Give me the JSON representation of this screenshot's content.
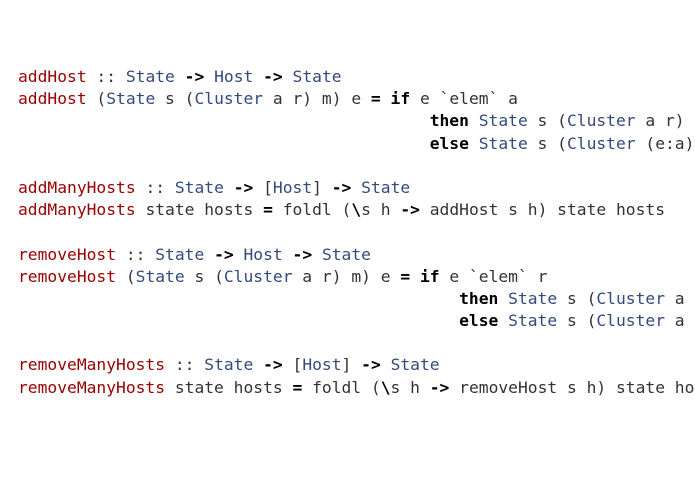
{
  "colors": {
    "function_name": "#990000",
    "type_name": "#334a7e",
    "keyword": "#000000",
    "plain_text": "#333333",
    "background": "#ffffff"
  },
  "code": {
    "lines": [
      [
        {
          "t": "addHost",
          "c": "fn"
        },
        {
          "t": " :: ",
          "c": "pl"
        },
        {
          "t": "State",
          "c": "ty"
        },
        {
          "t": " ",
          "c": "pl"
        },
        {
          "t": "->",
          "c": "op"
        },
        {
          "t": " ",
          "c": "pl"
        },
        {
          "t": "Host",
          "c": "ty"
        },
        {
          "t": " ",
          "c": "pl"
        },
        {
          "t": "->",
          "c": "op"
        },
        {
          "t": " ",
          "c": "pl"
        },
        {
          "t": "State",
          "c": "ty"
        }
      ],
      [
        {
          "t": "addHost",
          "c": "fn"
        },
        {
          "t": " (",
          "c": "pl"
        },
        {
          "t": "State",
          "c": "ty"
        },
        {
          "t": " s (",
          "c": "pl"
        },
        {
          "t": "Cluster",
          "c": "ty"
        },
        {
          "t": " a r) m) e ",
          "c": "pl"
        },
        {
          "t": "=",
          "c": "op"
        },
        {
          "t": " ",
          "c": "pl"
        },
        {
          "t": "if",
          "c": "kw"
        },
        {
          "t": " e `elem` a",
          "c": "pl"
        }
      ],
      [
        {
          "t": "                                          ",
          "c": "pl"
        },
        {
          "t": "then",
          "c": "kw"
        },
        {
          "t": " ",
          "c": "pl"
        },
        {
          "t": "State",
          "c": "ty"
        },
        {
          "t": " s (",
          "c": "pl"
        },
        {
          "t": "Cluster",
          "c": "ty"
        },
        {
          "t": " a r) m",
          "c": "pl"
        }
      ],
      [
        {
          "t": "                                          ",
          "c": "pl"
        },
        {
          "t": "else",
          "c": "kw"
        },
        {
          "t": " ",
          "c": "pl"
        },
        {
          "t": "State",
          "c": "ty"
        },
        {
          "t": " s (",
          "c": "pl"
        },
        {
          "t": "Cluster",
          "c": "ty"
        },
        {
          "t": " (e:a) r) m",
          "c": "pl"
        }
      ],
      [],
      [
        {
          "t": "addManyHosts",
          "c": "fn"
        },
        {
          "t": " :: ",
          "c": "pl"
        },
        {
          "t": "State",
          "c": "ty"
        },
        {
          "t": " ",
          "c": "pl"
        },
        {
          "t": "->",
          "c": "op"
        },
        {
          "t": " [",
          "c": "pl"
        },
        {
          "t": "Host",
          "c": "ty"
        },
        {
          "t": "] ",
          "c": "pl"
        },
        {
          "t": "->",
          "c": "op"
        },
        {
          "t": " ",
          "c": "pl"
        },
        {
          "t": "State",
          "c": "ty"
        }
      ],
      [
        {
          "t": "addManyHosts",
          "c": "fn"
        },
        {
          "t": " state hosts ",
          "c": "pl"
        },
        {
          "t": "=",
          "c": "op"
        },
        {
          "t": " foldl (",
          "c": "pl"
        },
        {
          "t": "\\",
          "c": "op"
        },
        {
          "t": "s h ",
          "c": "pl"
        },
        {
          "t": "->",
          "c": "op"
        },
        {
          "t": " addHost s h) state hosts",
          "c": "pl"
        }
      ],
      [],
      [
        {
          "t": "removeHost",
          "c": "fn"
        },
        {
          "t": " :: ",
          "c": "pl"
        },
        {
          "t": "State",
          "c": "ty"
        },
        {
          "t": " ",
          "c": "pl"
        },
        {
          "t": "->",
          "c": "op"
        },
        {
          "t": " ",
          "c": "pl"
        },
        {
          "t": "Host",
          "c": "ty"
        },
        {
          "t": " ",
          "c": "pl"
        },
        {
          "t": "->",
          "c": "op"
        },
        {
          "t": " ",
          "c": "pl"
        },
        {
          "t": "State",
          "c": "ty"
        }
      ],
      [
        {
          "t": "removeHost",
          "c": "fn"
        },
        {
          "t": " (",
          "c": "pl"
        },
        {
          "t": "State",
          "c": "ty"
        },
        {
          "t": " s (",
          "c": "pl"
        },
        {
          "t": "Cluster",
          "c": "ty"
        },
        {
          "t": " a r) m) e ",
          "c": "pl"
        },
        {
          "t": "=",
          "c": "op"
        },
        {
          "t": " ",
          "c": "pl"
        },
        {
          "t": "if",
          "c": "kw"
        },
        {
          "t": " e `elem` r",
          "c": "pl"
        }
      ],
      [
        {
          "t": "                                             ",
          "c": "pl"
        },
        {
          "t": "then",
          "c": "kw"
        },
        {
          "t": " ",
          "c": "pl"
        },
        {
          "t": "State",
          "c": "ty"
        },
        {
          "t": " s (",
          "c": "pl"
        },
        {
          "t": "Cluster",
          "c": "ty"
        },
        {
          "t": " a",
          "c": "pl"
        }
      ],
      [
        {
          "t": "                                             ",
          "c": "pl"
        },
        {
          "t": "else",
          "c": "kw"
        },
        {
          "t": " ",
          "c": "pl"
        },
        {
          "t": "State",
          "c": "ty"
        },
        {
          "t": " s (",
          "c": "pl"
        },
        {
          "t": "Cluster",
          "c": "ty"
        },
        {
          "t": " a",
          "c": "pl"
        }
      ],
      [],
      [
        {
          "t": "removeManyHosts",
          "c": "fn"
        },
        {
          "t": " :: ",
          "c": "pl"
        },
        {
          "t": "State",
          "c": "ty"
        },
        {
          "t": " ",
          "c": "pl"
        },
        {
          "t": "->",
          "c": "op"
        },
        {
          "t": " [",
          "c": "pl"
        },
        {
          "t": "Host",
          "c": "ty"
        },
        {
          "t": "] ",
          "c": "pl"
        },
        {
          "t": "->",
          "c": "op"
        },
        {
          "t": " ",
          "c": "pl"
        },
        {
          "t": "State",
          "c": "ty"
        }
      ],
      [
        {
          "t": "removeManyHosts",
          "c": "fn"
        },
        {
          "t": " state hosts ",
          "c": "pl"
        },
        {
          "t": "=",
          "c": "op"
        },
        {
          "t": " foldl (",
          "c": "pl"
        },
        {
          "t": "\\",
          "c": "op"
        },
        {
          "t": "s h ",
          "c": "pl"
        },
        {
          "t": "->",
          "c": "op"
        },
        {
          "t": " removeHost s h) state ho",
          "c": "pl"
        }
      ]
    ]
  }
}
